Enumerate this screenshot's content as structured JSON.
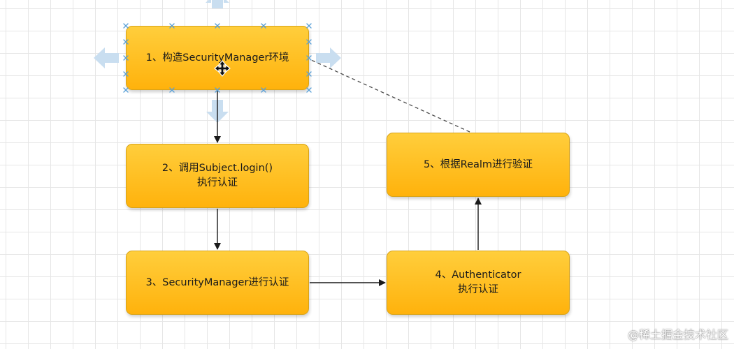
{
  "nodes": [
    {
      "id": "1",
      "lines": [
        "1、构造SecurityManager环境"
      ],
      "selected": true
    },
    {
      "id": "2",
      "lines": [
        "2、调用Subject.login()",
        "执行认证"
      ]
    },
    {
      "id": "3",
      "lines": [
        "3、SecurityManager进行认证"
      ]
    },
    {
      "id": "4",
      "lines": [
        "4、Authenticator",
        "执行认证"
      ]
    },
    {
      "id": "5",
      "lines": [
        "5、根据Realm进行验证"
      ]
    }
  ],
  "edges": [
    {
      "from": "1",
      "to": "2",
      "style": "solid-arrow"
    },
    {
      "from": "2",
      "to": "3",
      "style": "solid-arrow"
    },
    {
      "from": "3",
      "to": "4",
      "style": "solid-arrow"
    },
    {
      "from": "4",
      "to": "5",
      "style": "solid-arrow"
    },
    {
      "from": "5",
      "to": "1",
      "style": "dashed"
    }
  ],
  "colors": {
    "node_fill_top": "#ffce3c",
    "node_fill_bottom": "#ffb20c",
    "node_border": "#d8a318",
    "edge": "#1a1a1a",
    "selection_handle": "#5aa0d8",
    "drag_hint_arrow": "#c9def0"
  },
  "icons": {
    "cursor": "move-cursor-icon"
  },
  "watermark": "@稀土掘金技术社区"
}
